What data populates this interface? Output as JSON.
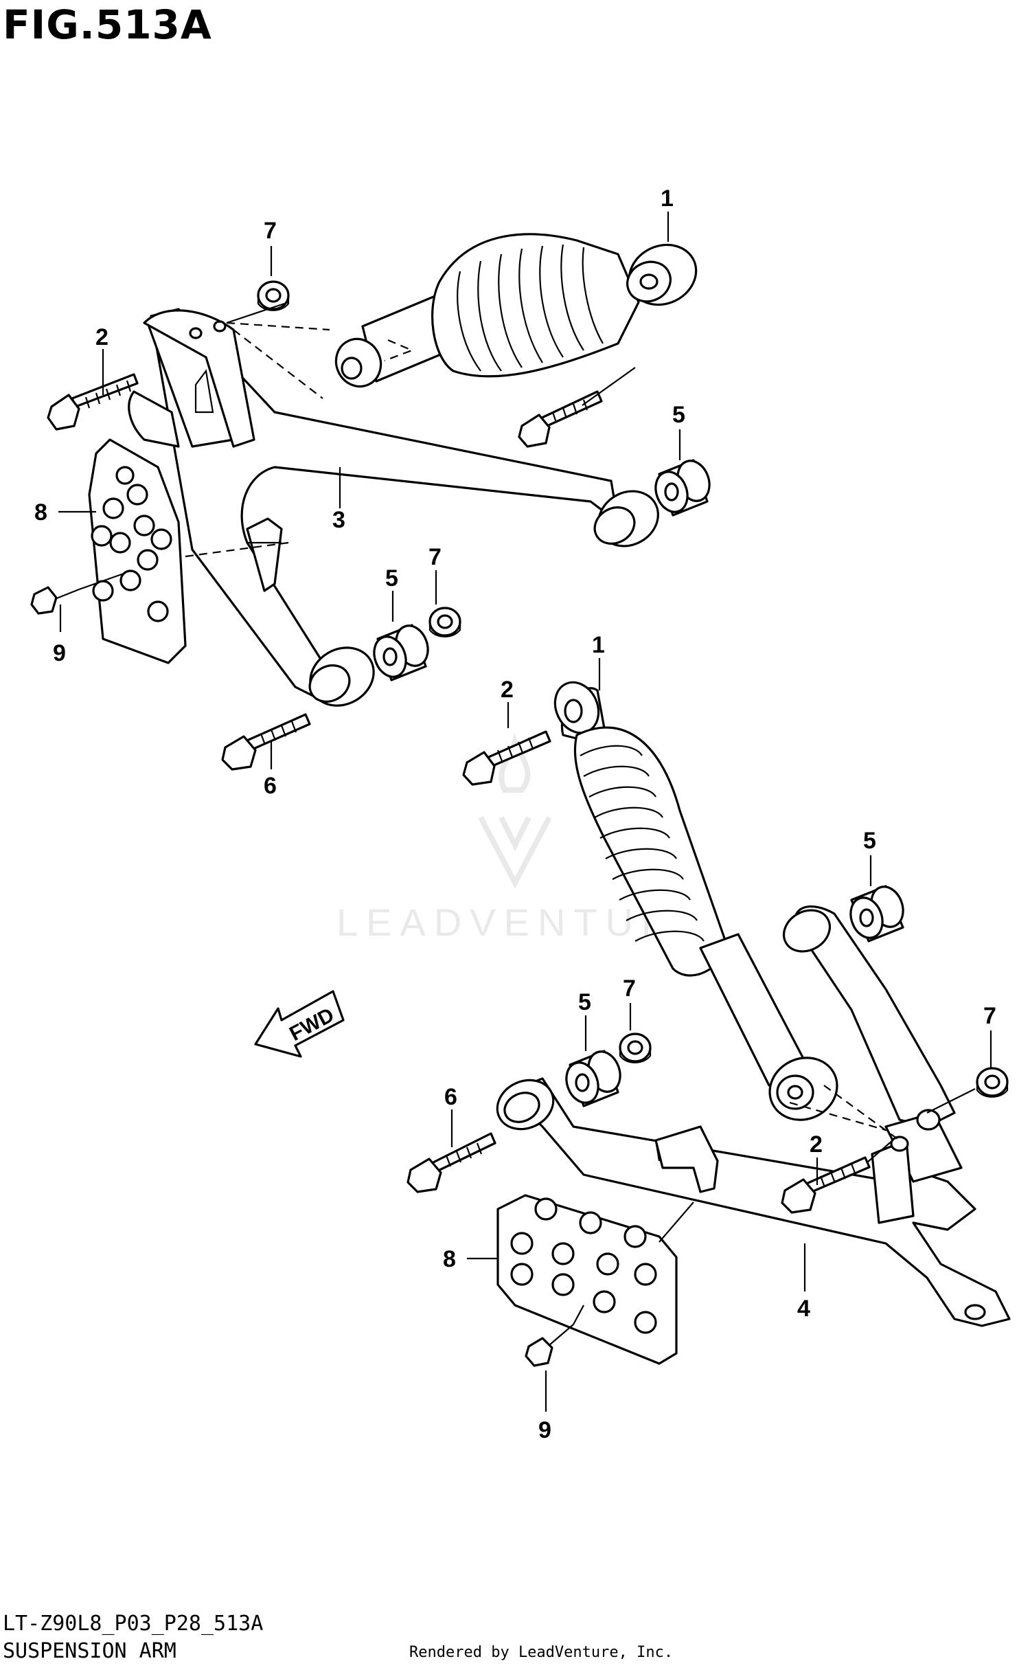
{
  "figure": {
    "title": "FIG.513A",
    "code": "LT-Z90L8_P03_P28_513A",
    "name": "SUSPENSION ARM",
    "credit": "Rendered by LeadVenture, Inc.",
    "watermark": "LEADVENTURE",
    "fwd_label": "FWD"
  },
  "callouts": {
    "c1_upper": "1",
    "c7_upper": "7",
    "c2_upper": "2",
    "c5_upper": "5",
    "c8_upper": "8",
    "c3": "3",
    "c9_upper": "9",
    "c5_mid": "5",
    "c7_mid": "7",
    "c6_upper": "6",
    "c1_lower": "1",
    "c2_lower_left": "2",
    "c5_right": "5",
    "c5_lower": "5",
    "c7_lower": "7",
    "c7_right": "7",
    "c6_lower": "6",
    "c2_lower_right": "2",
    "c8_lower": "8",
    "c4": "4",
    "c9_lower": "9"
  },
  "colors": {
    "line": "#000000",
    "fill": "#ffffff",
    "watermark": "#e9e9e9"
  }
}
